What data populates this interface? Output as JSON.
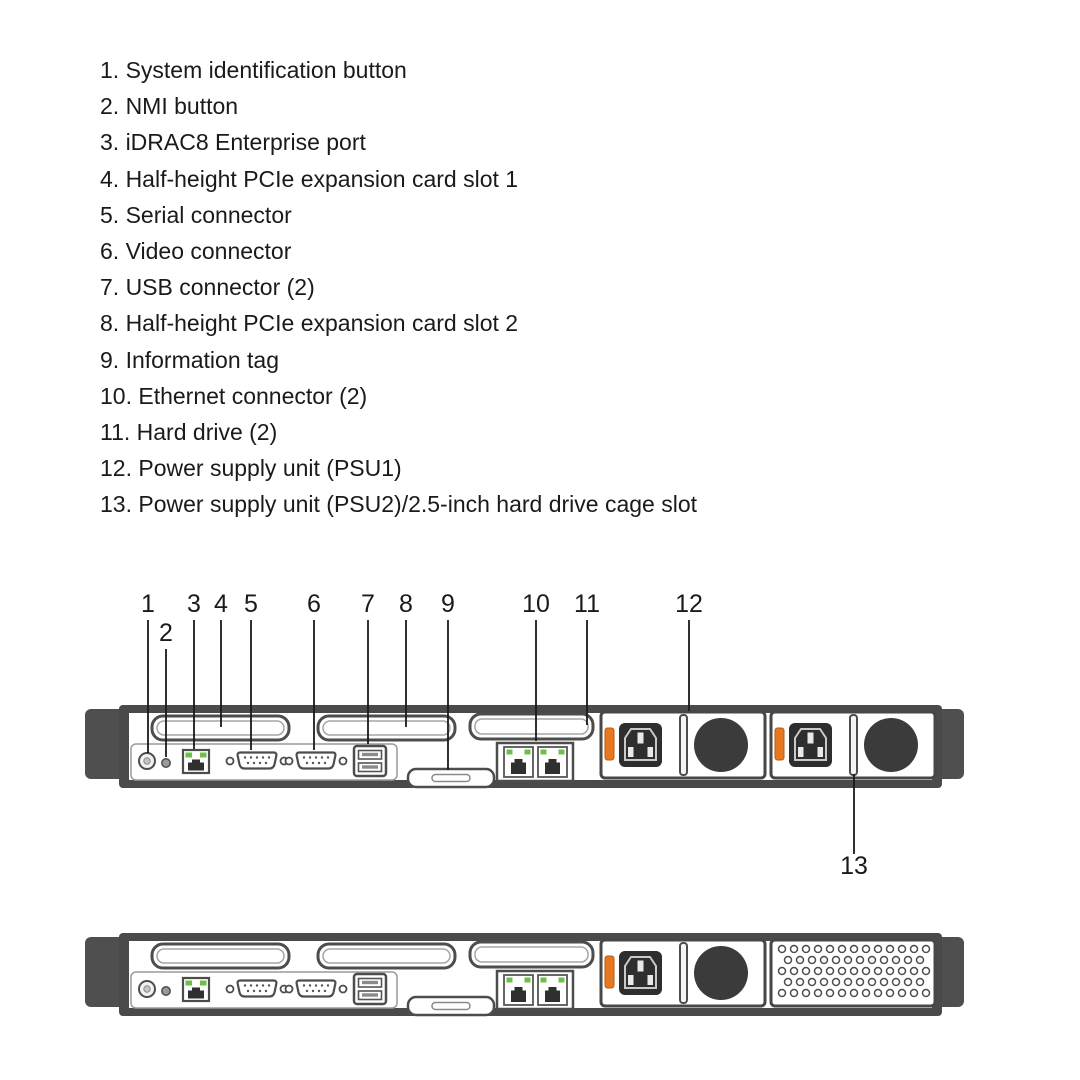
{
  "legend": {
    "items": [
      "1. System identification button",
      "2. NMI button",
      "3. iDRAC8 Enterprise port",
      "4. Half-height PCIe expansion card slot 1",
      "5. Serial connector",
      "6. Video connector",
      "7. USB connector (2)",
      "8. Half-height PCIe expansion card slot 2",
      "9. Information tag",
      "10. Ethernet connector (2)",
      "11. Hard drive (2)",
      "12. Power supply unit (PSU1)",
      "13. Power supply unit (PSU2)/2.5-inch hard drive cage slot"
    ]
  },
  "callouts": [
    "1",
    "2",
    "3",
    "4",
    "5",
    "6",
    "7",
    "8",
    "9",
    "10",
    "11",
    "12",
    "13"
  ],
  "colors": {
    "chassis_gray": "#4a4a4a",
    "latch_orange": "#e87722",
    "led_green": "#6cc04a"
  }
}
